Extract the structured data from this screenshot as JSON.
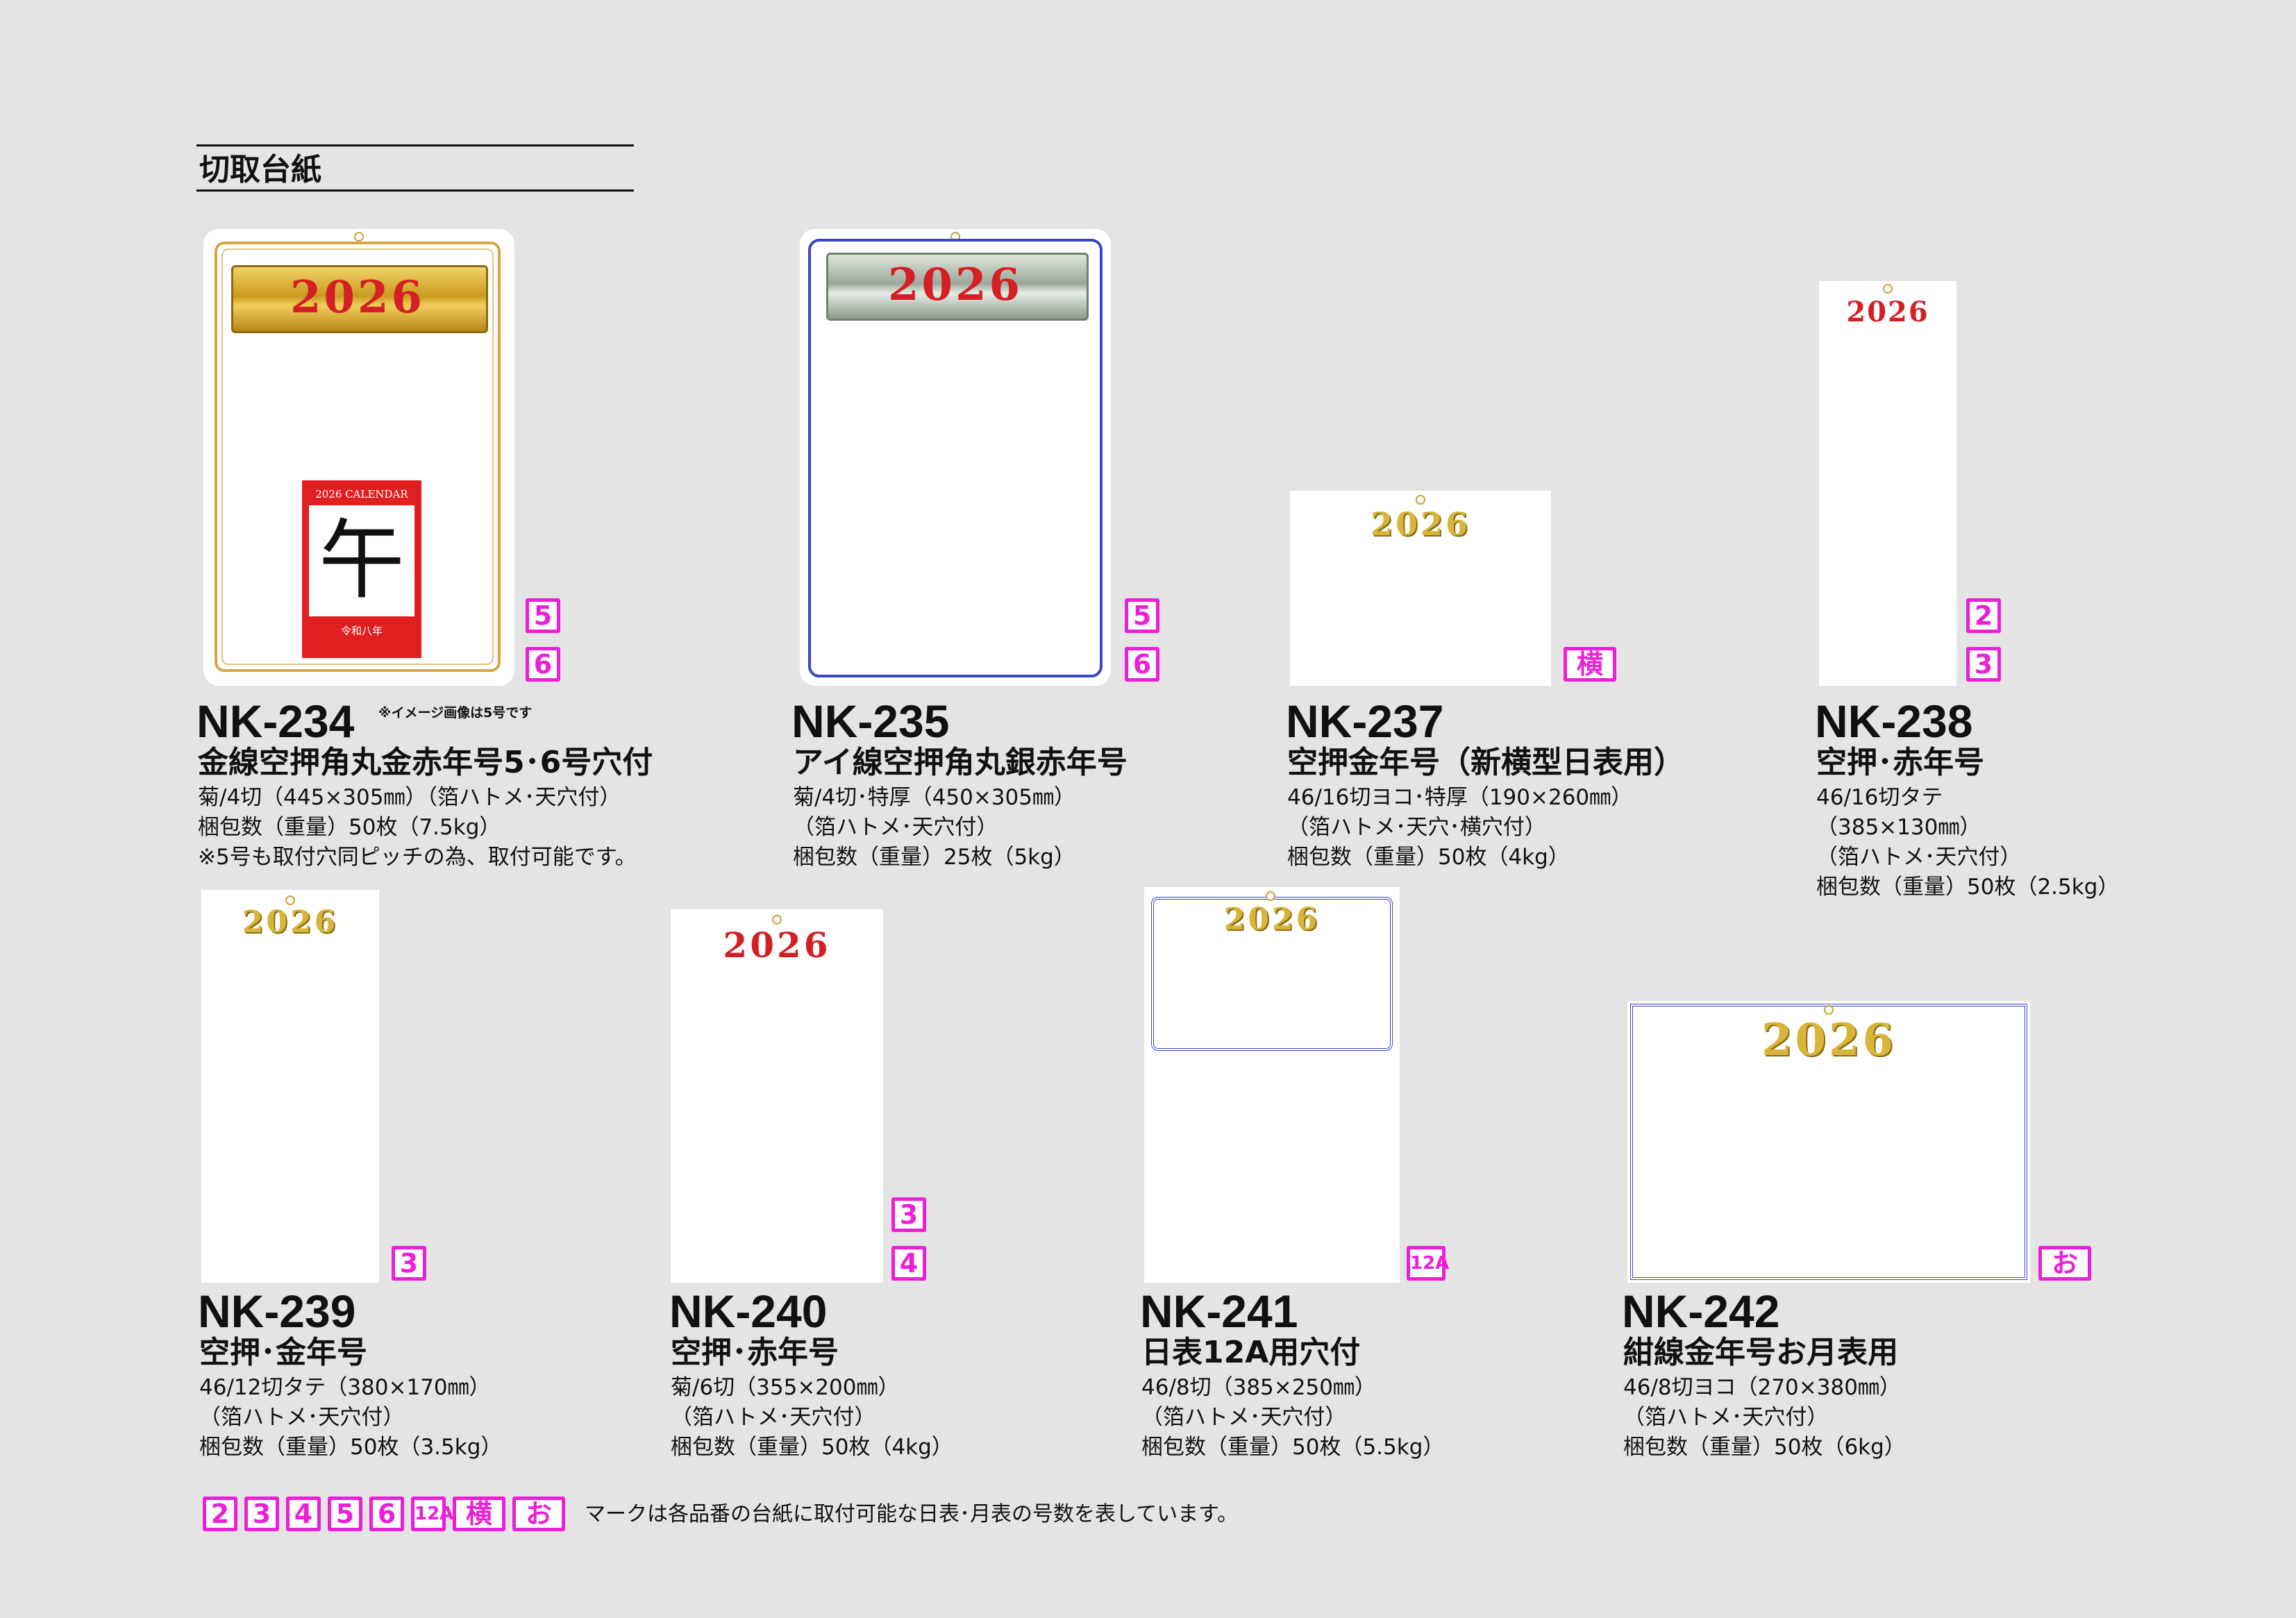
{
  "section_title": "切取台紙",
  "year_text": "2026",
  "products": [
    {
      "code": "NK-234",
      "name": "金線空押角丸金赤年号5･6号穴付",
      "note": "※イメージ画像は5号です",
      "specs": [
        "菊/4切（445×305㎜）（箔ハトメ･天穴付）",
        "梱包数（重量）50枚（7.5kg）",
        "※5号も取付穴同ピッチの為、取付可能です。"
      ],
      "badges": [
        "5",
        "6"
      ]
    },
    {
      "code": "NK-235",
      "name": "アイ線空押角丸銀赤年号",
      "specs": [
        "菊/4切･特厚（450×305㎜）",
        "（箔ハトメ･天穴付）",
        "梱包数（重量）25枚（5kg）"
      ],
      "badges": [
        "5",
        "6"
      ]
    },
    {
      "code": "NK-237",
      "name": "空押金年号（新横型日表用）",
      "specs": [
        "46/16切ヨコ･特厚（190×260㎜）",
        "（箔ハトメ･天穴･横穴付）",
        "梱包数（重量）50枚（4kg）"
      ],
      "badges": [
        "横"
      ]
    },
    {
      "code": "NK-238",
      "name": "空押･赤年号",
      "specs": [
        "46/16切タテ",
        "（385×130㎜）",
        "（箔ハトメ･天穴付）",
        "梱包数（重量）50枚（2.5kg）"
      ],
      "badges": [
        "2",
        "3"
      ]
    },
    {
      "code": "NK-239",
      "name": "空押･金年号",
      "specs": [
        "46/12切タテ（380×170㎜）",
        "（箔ハトメ･天穴付）",
        "梱包数（重量）50枚（3.5kg）"
      ],
      "badges": [
        "3"
      ]
    },
    {
      "code": "NK-240",
      "name": "空押･赤年号",
      "specs": [
        "菊/6切（355×200㎜）",
        "（箔ハトメ･天穴付）",
        "梱包数（重量）50枚（4kg）"
      ],
      "badges": [
        "3",
        "4"
      ]
    },
    {
      "code": "NK-241",
      "name": "日表12A用穴付",
      "specs": [
        "46/8切（385×250㎜）",
        "（箔ハトメ･天穴付）",
        "梱包数（重量）50枚（5.5kg）"
      ],
      "badges": [
        "12A"
      ]
    },
    {
      "code": "NK-242",
      "name": "紺線金年号お月表用",
      "specs": [
        "46/8切ヨコ（270×380㎜）",
        "（箔ハトメ･天穴付）",
        "梱包数（重量）50枚（6kg）"
      ],
      "badges": [
        "お"
      ]
    }
  ],
  "mini_calendar": {
    "header": "2026 CALENDAR",
    "kanji": "午",
    "footer": "令和八年"
  },
  "legend": {
    "badges": [
      "2",
      "3",
      "4",
      "5",
      "6",
      "12A",
      "横",
      "お"
    ],
    "text": "マークは各品番の台紙に取付可能な日表･月表の号数を表しています。"
  },
  "colors": {
    "badge": "#ec1fd9",
    "year_red": "#d41f24",
    "year_gold": "#d8b53a",
    "frame_gold": "#d9a441",
    "frame_blue": "#3a46c8",
    "background": "#e4e4e4"
  }
}
